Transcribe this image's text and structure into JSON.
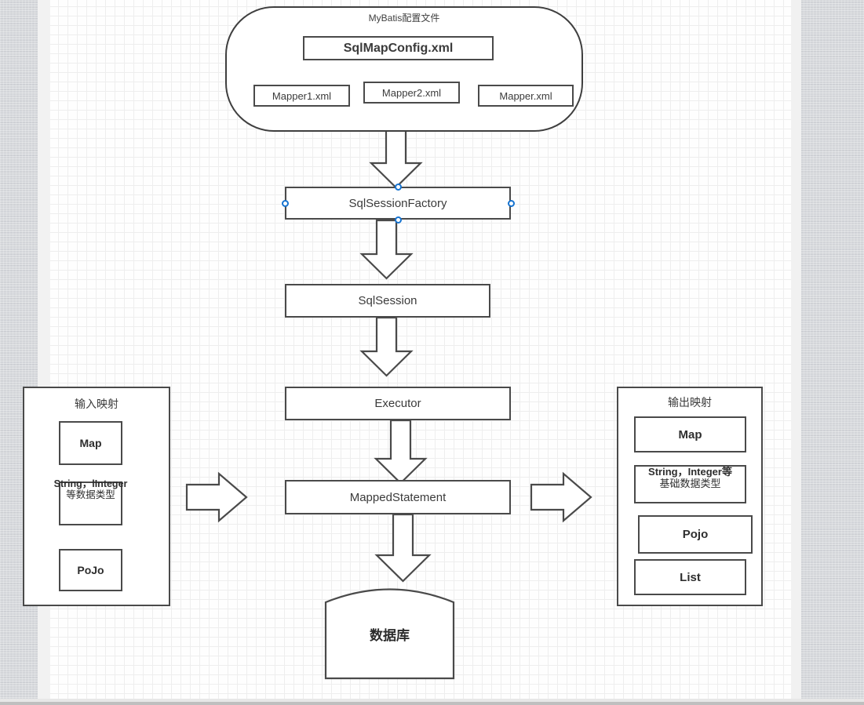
{
  "canvas": {
    "grid": true,
    "paper_color": "#fefefe",
    "stroke_color": "#4a4a4a",
    "selection_color": "#1673d0"
  },
  "config_group": {
    "title": "MyBatis配置文件",
    "main_file": "SqlMapConfig.xml",
    "mappers": [
      {
        "label": "Mapper1.xml"
      },
      {
        "label": "Mapper2.xml"
      },
      {
        "label": "Mapper.xml"
      }
    ]
  },
  "pipeline": [
    {
      "label": "SqlSessionFactory",
      "selected": true
    },
    {
      "label": "SqlSession",
      "selected": false
    },
    {
      "label": "Executor",
      "selected": false
    },
    {
      "label": "MappedStatement",
      "selected": false
    }
  ],
  "database": {
    "label": "数据库"
  },
  "input_mapping": {
    "title": "输入映射",
    "items": [
      {
        "line1": "Map",
        "line2": ""
      },
      {
        "line1": "String，lInteger",
        "line2": "等数据类型"
      },
      {
        "line1": "PoJo",
        "line2": ""
      }
    ]
  },
  "output_mapping": {
    "title": "输出映射",
    "items": [
      {
        "line1": "Map",
        "line2": ""
      },
      {
        "line1": "String，Integer等",
        "line2": "基础数据类型"
      },
      {
        "line1": "Pojo",
        "line2": ""
      },
      {
        "line1": "List",
        "line2": ""
      }
    ]
  },
  "arrows": {
    "down_count": 4,
    "right_count": 2,
    "connector": "sqlmapconfig-out-arrow"
  }
}
